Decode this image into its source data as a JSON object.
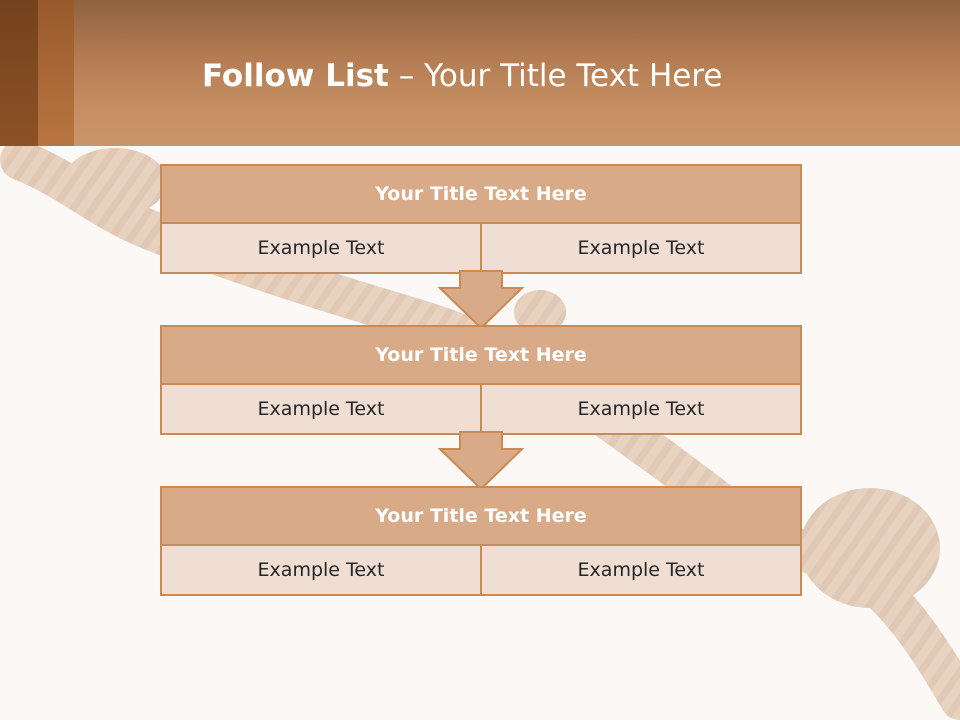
{
  "slide": {
    "title_bold": "Follow List",
    "title_rest": " – Your Title Text Here"
  },
  "steps": [
    {
      "title": "Your Title Text Here",
      "cells": [
        "Example Text",
        "Example Text"
      ]
    },
    {
      "title": "Your Title Text Here",
      "cells": [
        "Example Text",
        "Example Text"
      ]
    },
    {
      "title": "Your Title Text Here",
      "cells": [
        "Example Text",
        "Example Text"
      ]
    }
  ],
  "colors": {
    "header": "#c68f63",
    "block_title": "#d8aa88",
    "block_body": "#f0ded5",
    "border": "#c98a55",
    "arrow": "#d8aa88"
  }
}
